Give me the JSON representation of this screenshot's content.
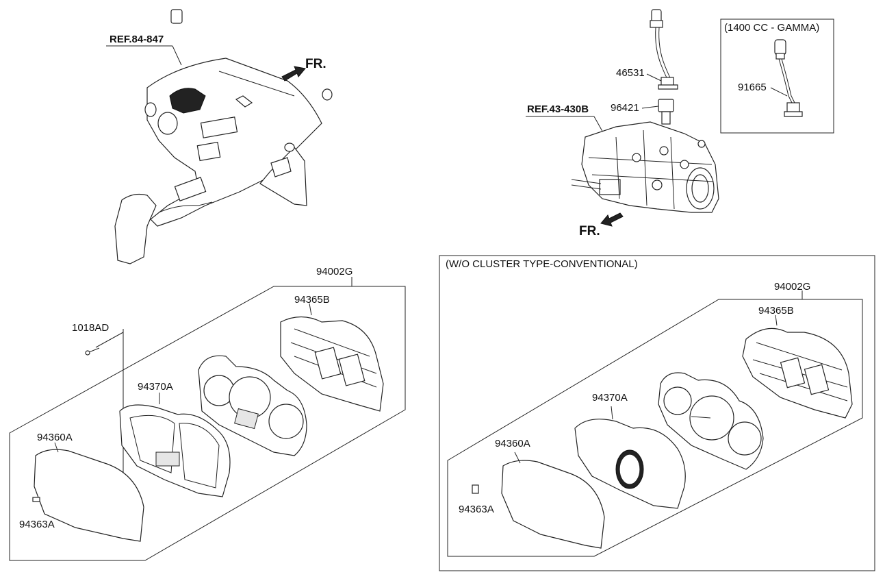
{
  "labels": {
    "ref_84_847": "REF.84-847",
    "fr_top": "FR.",
    "part_46531": "46531",
    "part_96421": "96421",
    "ref_43_430b": "REF.43-430B",
    "fr_mid": "FR.",
    "gamma_box_title": "(1400 CC - GAMMA)",
    "part_91665": "91665",
    "left_94002g": "94002G",
    "left_94365b": "94365B",
    "left_1018ad": "1018AD",
    "left_94370a": "94370A",
    "left_94360a": "94360A",
    "left_94363a": "94363A",
    "conv_box_title": "(W/O CLUSTER TYPE-CONVENTIONAL)",
    "right_94002g": "94002G",
    "right_94365b": "94365B",
    "right_94370a": "94370A",
    "right_94360a": "94360A",
    "right_94363a": "94363A"
  }
}
